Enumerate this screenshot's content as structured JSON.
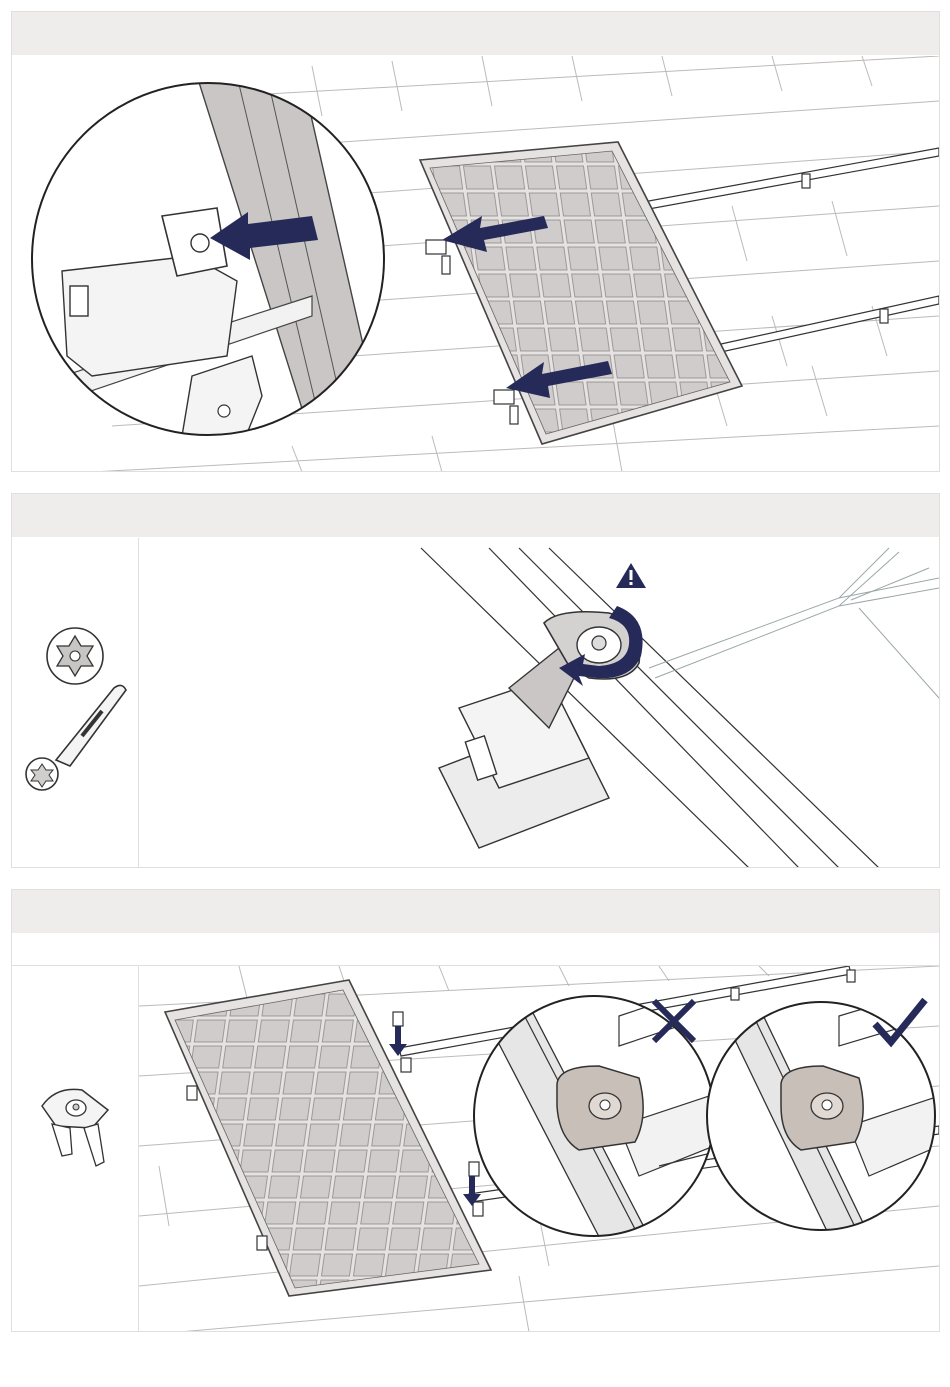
{
  "document": {
    "type": "installation-instructions",
    "steps": [
      {
        "id": "step-1",
        "header_text": "",
        "illustration": "slide-module-onto-end-clamps"
      },
      {
        "id": "step-2",
        "header_text": "",
        "tools": [
          "torx-bit-icon",
          "torque-wrench-icon"
        ],
        "illustration": "tighten-clamp-screw",
        "warning_icon": "warning-triangle-icon"
      },
      {
        "id": "step-3",
        "header_text": "",
        "subheader_text": "",
        "parts": [
          "end-clamp-icon"
        ],
        "illustration": "attach-end-clamps",
        "details": [
          {
            "name": "incorrect",
            "icon": "cross-icon"
          },
          {
            "name": "correct",
            "icon": "check-icon"
          }
        ]
      }
    ]
  },
  "colors": {
    "accent_navy": "#262a59",
    "header_band": "#efedec",
    "panel_border": "#e1dedd",
    "module_cell": "#cfcccb",
    "clamp_fill": "#c8bfb8"
  }
}
